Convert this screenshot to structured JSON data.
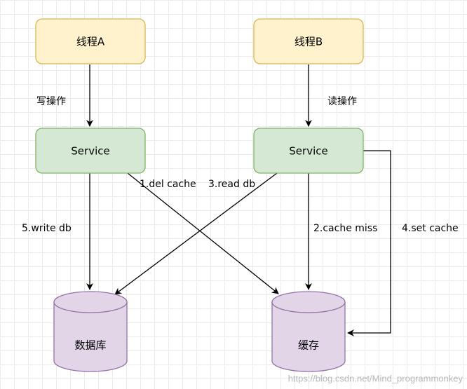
{
  "nodes": {
    "thread_a": "线程A",
    "thread_b": "线程B",
    "service_a": "Service",
    "service_b": "Service",
    "database": "数据库",
    "cache": "缓存"
  },
  "edge_labels": {
    "write_op": "写操作",
    "read_op": "读操作",
    "del_cache": "1.del cache",
    "cache_miss": "2.cache miss",
    "read_db": "3.read db",
    "set_cache": "4.set cache",
    "write_db": "5.write db"
  },
  "watermark": "https://blog.csdn.net/Mind_programmonkey",
  "colors": {
    "thread_fill": "#fff2cc",
    "thread_stroke": "#d6b656",
    "service_fill": "#d5e8d4",
    "service_stroke": "#82b366",
    "storage_fill": "#e1d5e7",
    "storage_stroke": "#9673a6",
    "edge": "#000000"
  }
}
